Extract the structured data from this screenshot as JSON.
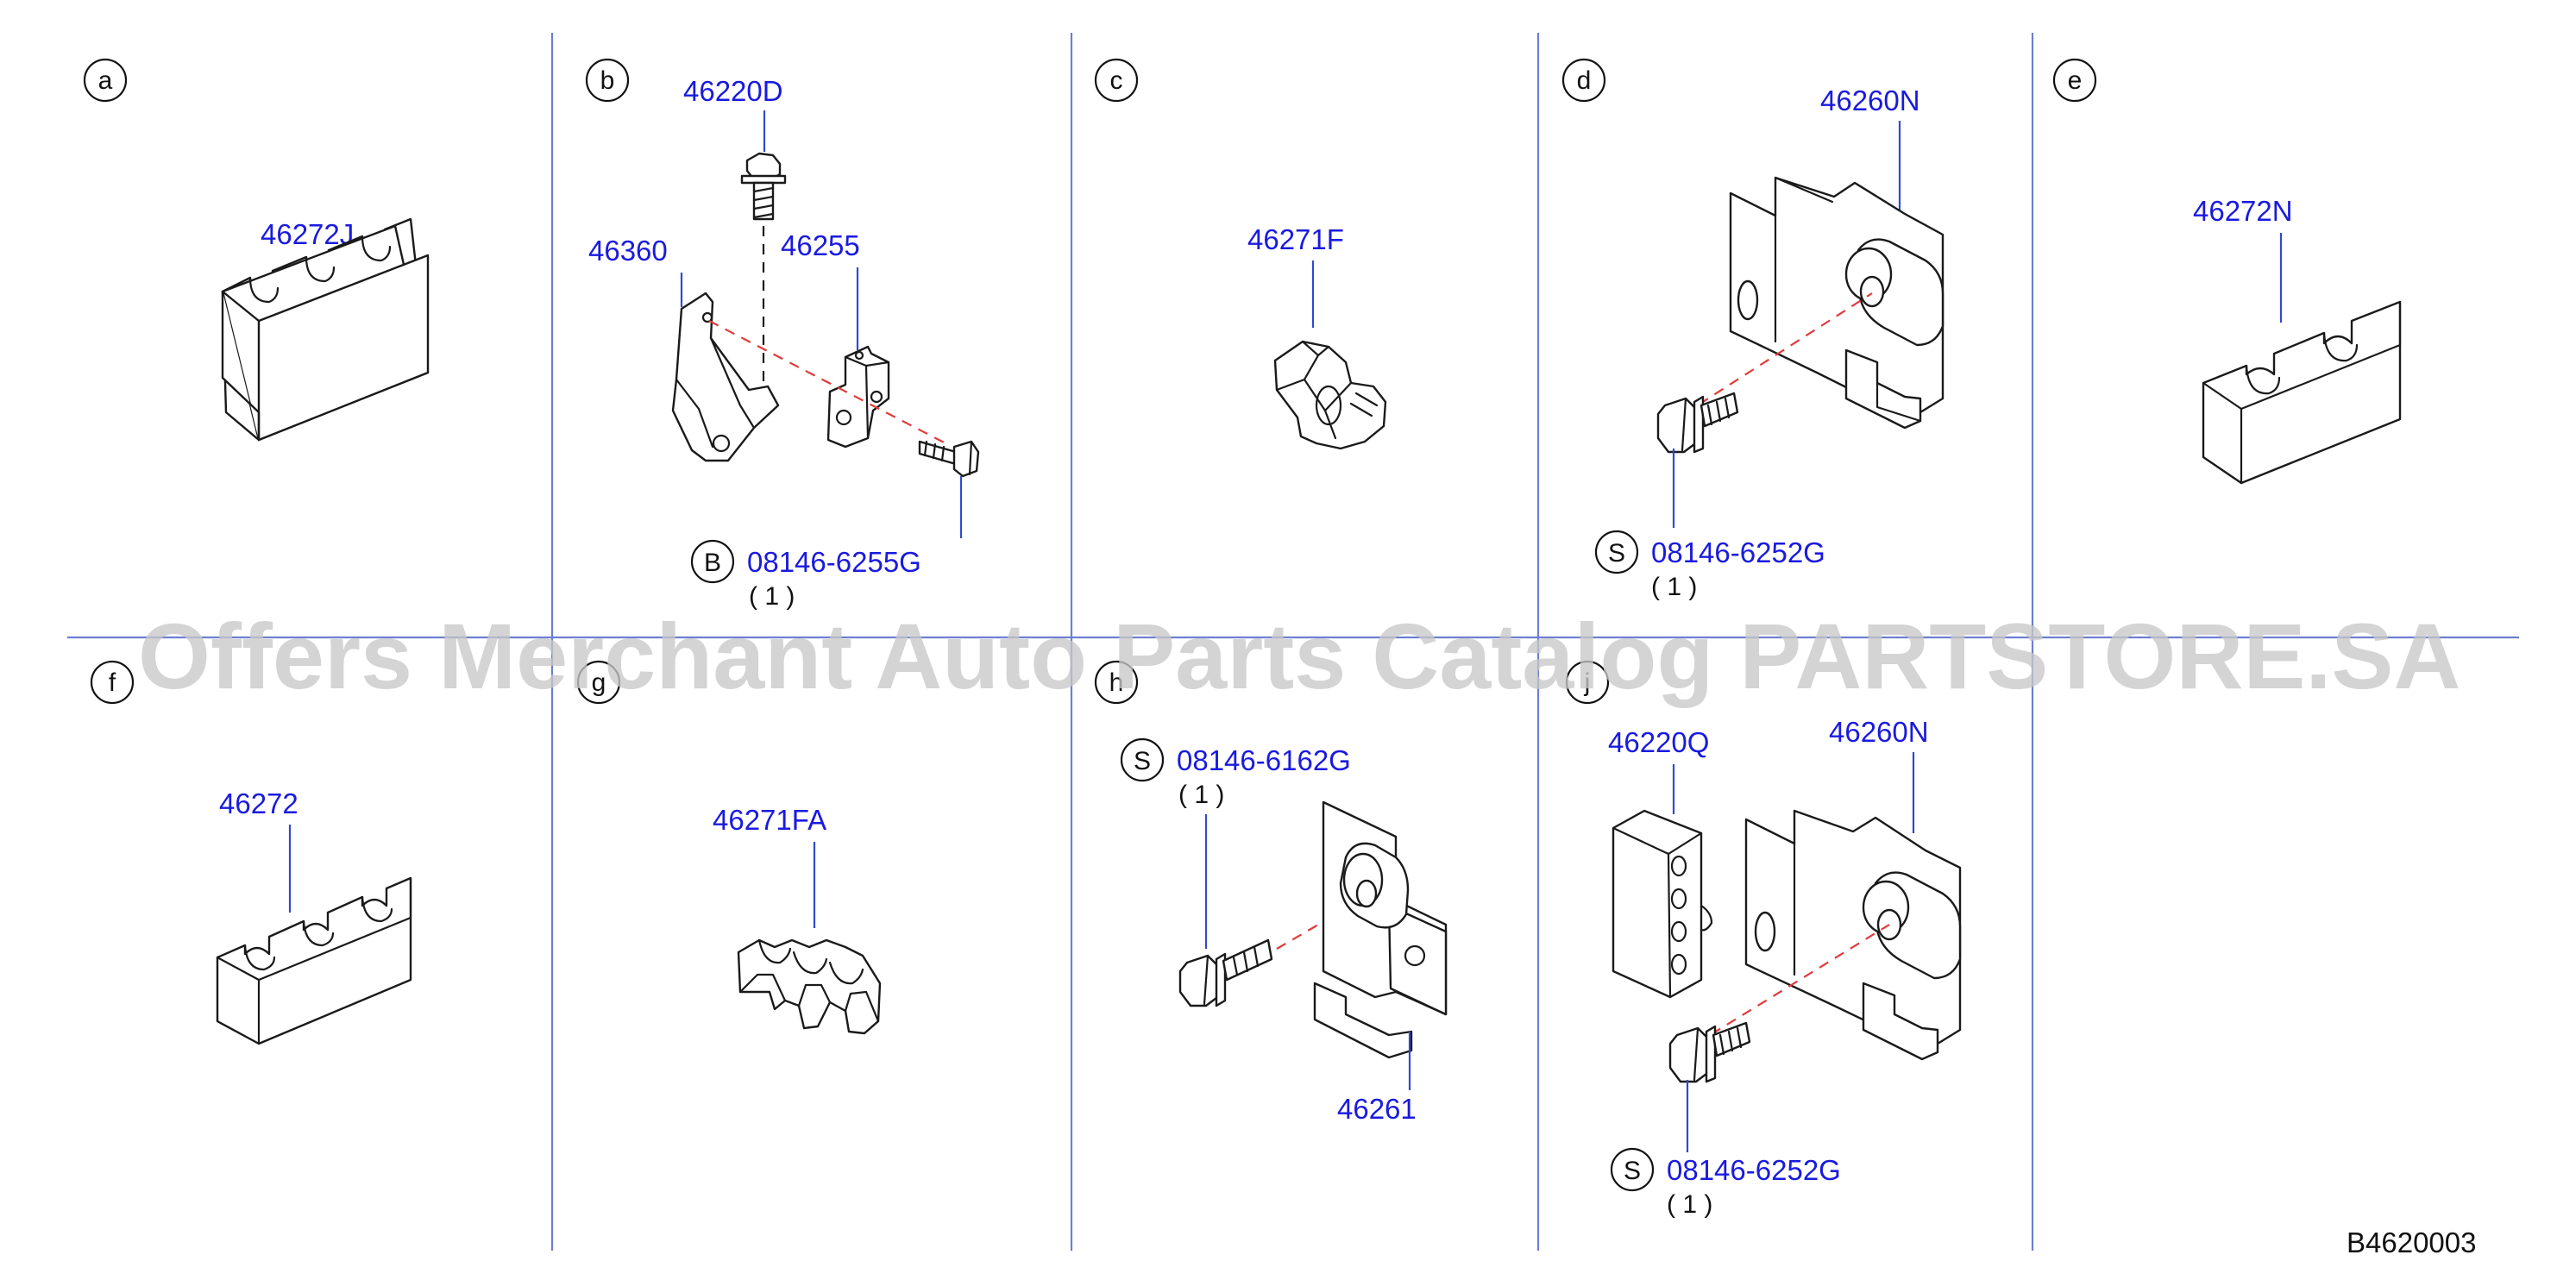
{
  "sections": {
    "a": {
      "letter": "a",
      "part": "46272J"
    },
    "b": {
      "letter": "b",
      "bolt_top": "46220D",
      "bracket": "46360",
      "block": "46255",
      "fastener_marker": "B",
      "fastener": "08146-6255G",
      "qty": "( 1 )"
    },
    "c": {
      "letter": "c",
      "part": "46271F"
    },
    "d": {
      "letter": "d",
      "part": "46260N",
      "fastener_marker": "S",
      "fastener": "08146-6252G",
      "qty": "( 1 )"
    },
    "e": {
      "letter": "e",
      "part": "46272N"
    },
    "f": {
      "letter": "f",
      "part": "46272"
    },
    "g": {
      "letter": "g",
      "part": "46271FA"
    },
    "h": {
      "letter": "h",
      "fastener_marker": "S",
      "fastener": "08146-6162G",
      "qty": "( 1 )",
      "part": "46261"
    },
    "j": {
      "letter": "j",
      "part_left": "46220Q",
      "part_right": "46260N",
      "fastener_marker": "S",
      "fastener": "08146-6252G",
      "qty": "( 1 )"
    }
  },
  "diagram_code": "B4620003",
  "watermark": "Offers Merchant Auto Parts Catalog PARTSTORE.SA",
  "colors": {
    "part_number": "#1a1adf",
    "divider": "#6c7fd0",
    "dashed_axis": "#e23a3a",
    "watermark": "#c8c8c8"
  }
}
